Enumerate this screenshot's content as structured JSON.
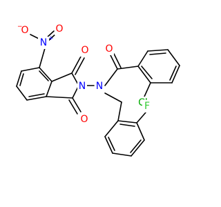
{
  "molecule": {
    "atoms": [
      {
        "id": "O_nitro",
        "label": "O",
        "color": "#ff0000",
        "charge": "−"
      },
      {
        "id": "N_nitro",
        "label": "N",
        "color": "#0000ff",
        "charge": "+"
      },
      {
        "id": "O_nitro2",
        "label": "O",
        "color": "#ff0000"
      },
      {
        "id": "O_top",
        "label": "O",
        "color": "#ff0000"
      },
      {
        "id": "O_bottom",
        "label": "O",
        "color": "#ff0000"
      },
      {
        "id": "O_amide",
        "label": "O",
        "color": "#ff0000"
      },
      {
        "id": "N_imide",
        "label": "N",
        "color": "#0000ff"
      },
      {
        "id": "N_amide",
        "label": "N",
        "color": "#0000ff"
      },
      {
        "id": "Cl",
        "label": "Cl",
        "color": "#00aa00"
      },
      {
        "id": "F",
        "label": "F",
        "color": "#33cc33"
      }
    ]
  }
}
